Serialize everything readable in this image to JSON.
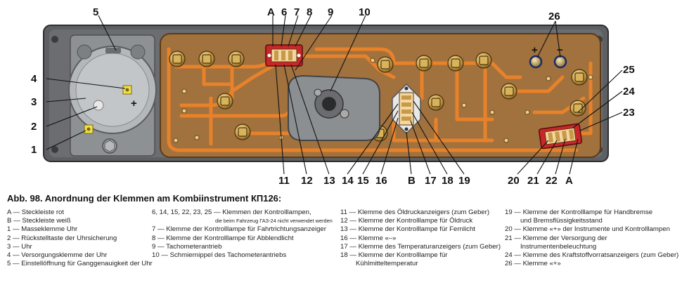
{
  "caption": "Abb. 98. Anordnung der Klemmen am Kombiinstrument КП126:",
  "callouts": {
    "c5": "5",
    "c4": "4",
    "c3": "3",
    "c2": "2",
    "c1": "1",
    "cA_top": "A",
    "c6": "6",
    "c7": "7",
    "c8": "8",
    "c9": "9",
    "c10": "10",
    "c26": "26",
    "c25": "25",
    "c24": "24",
    "c23": "23",
    "c11": "11",
    "c12": "12",
    "c13": "13",
    "c14": "14",
    "c15": "15",
    "c16": "16",
    "cB": "B",
    "c17": "17",
    "c18": "18",
    "c19": "19",
    "c20": "20",
    "c21": "21",
    "c22": "22",
    "cA_bottom": "A"
  },
  "symbols": {
    "plus": "+",
    "minus": "−",
    "uhr_plus": "+"
  },
  "legend": {
    "col1": [
      "A — Steckleiste rot",
      "B — Steckleiste weiß",
      "1 — Masseklemme Uhr",
      "2 — Rückstelltaste der Uhrsicherung",
      "3 — Uhr",
      "4 — Versorgungsklemme der Uhr",
      "5 — Einstellöffnung für Ganggenauigkeit der Uhr"
    ],
    "col2": [
      "6, 14, 15, 22, 23, 25 — Klemmen der Kontrolllampen,",
      "die beim Fahrzeug ГАЗ-24 nicht verwendet werden",
      "7 — Klemme der Kontrolllampe für Fahrtrichtungsanzeiger",
      "8 — Klemme der Kontrolllampe für Abblendlicht",
      "9 — Tachometerantrieb",
      "10 — Schmiernippel des Tachometerantriebs"
    ],
    "col3": [
      "11 — Klemme des Öldruckanzeigers (zum Geber)",
      "12 — Klemme der Kontrolllampe für Öldruck",
      "13 — Klemme der Kontrolllampe für Fernlicht",
      "16 — Klemme «–»",
      "17 — Klemme des Temperaturanzeigers (zum Geber)",
      "18 — Klemme der Kontrolllampe für",
      "Kühlmitteltemperatur"
    ],
    "col4": [
      "19 — Klemme der Kontrolllampe für Handbremse",
      "und Bremsflüssigkeitsstand",
      "20 — Klemme «+» der Instrumente und Kontrolllampen",
      "21 — Klemme der Versorgung der",
      "Instrumentenbeleuchtung",
      "24 — Klemme des Kraftstoffvorratsanzeigers (zum Geber)",
      "26 — Klemme «+»"
    ]
  }
}
